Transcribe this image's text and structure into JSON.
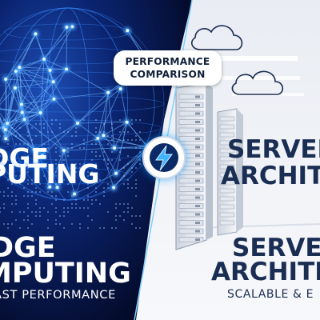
{
  "badge": {
    "line1": "PERFORMANCE",
    "line2": "COMPARISON"
  },
  "left": {
    "title_top_line1": "DGE",
    "title_top_line2": "PUTING",
    "title_bottom_line1": "DGE",
    "title_bottom_line2": "MPUTING",
    "subtitle": "AST PERFORMANCE"
  },
  "right": {
    "title_top_line1": "SERVER",
    "title_top_line2": "ARCHITE",
    "title_bottom_line1": "SERVER",
    "title_bottom_line2": "ARCHITEC",
    "subtitle": "SCALABLE & E"
  },
  "icons": {
    "center": "lightning-bolt-icon",
    "left_art": "globe-network-icon",
    "right_art": "server-rack-icon",
    "cloud": "cloud-icon"
  },
  "colors": {
    "left_bg": "#0a1a4a",
    "glow": "#2f8fff",
    "right_bg": "#eef1f6",
    "accent_dark": "#1a2d52"
  }
}
